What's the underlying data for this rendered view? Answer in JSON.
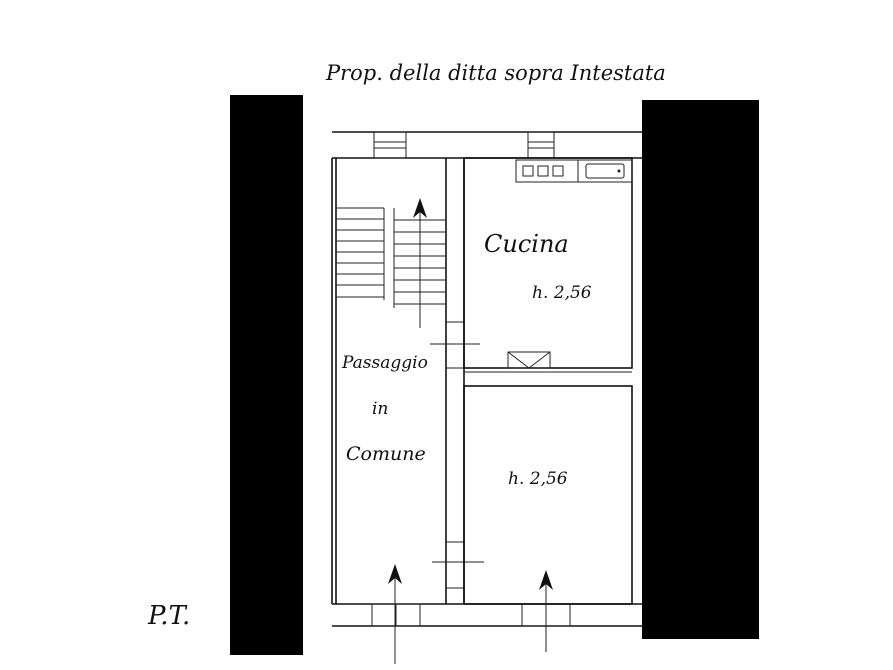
{
  "header_note": "Prop. della ditta sopra Intestata",
  "floor_label": "P.T.",
  "rooms": {
    "kitchen_name": "Cucina",
    "kitchen_height": "h. 2,56",
    "room_height": "h. 2,56",
    "passage_line1": "Passaggio",
    "passage_line2": "in",
    "passage_line3": "Comune"
  },
  "redaction_color": "#000000"
}
